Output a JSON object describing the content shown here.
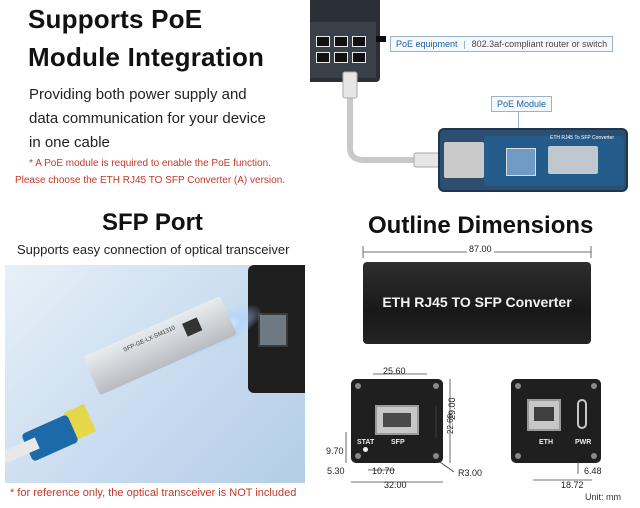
{
  "poe": {
    "title_line1": "Supports PoE",
    "title_line2": "Module Integration",
    "desc_line1": "Providing both power supply and",
    "desc_line2": "data communication for your device",
    "desc_line3": "in one cable",
    "note_line1": "* A PoE module is required to enable the PoE function.",
    "note_line2": "Please choose the ETH RJ45 TO SFP Converter (A) version.",
    "equipment_key": "PoE equipment",
    "equipment_value": "802.3af-compliant router or switch",
    "module_label": "PoE Module",
    "board_text": "ETH RJ45 To SFP Converter"
  },
  "sfp": {
    "title": "SFP Port",
    "subtitle": "Supports easy connection of optical transceiver",
    "module_text": "SFP-GE-LX-SM1310",
    "footnote": "* for reference only, the optical transceiver is NOT included"
  },
  "outline": {
    "title": "Outline Dimensions",
    "top_width": "87.00",
    "case_label": "ETH RJ45 TO SFP Converter",
    "dim_25_60": "25.60",
    "dim_29_00": "29.00",
    "dim_22_60": "22.60",
    "dim_9_70": "9.70",
    "dim_5_30": "5.30",
    "dim_10_70": "10.70",
    "dim_32_00": "32.00",
    "dim_r3": "R3.00",
    "dim_6_48": "6.48",
    "dim_18_72": "18.72",
    "label_stat": "STAT",
    "label_sfp": "SFP",
    "label_eth": "ETH",
    "label_pwr": "PWR",
    "unit": "Unit: mm"
  },
  "colors": {
    "note_red": "#c0392b",
    "accent_blue": "#1a5fa8"
  }
}
